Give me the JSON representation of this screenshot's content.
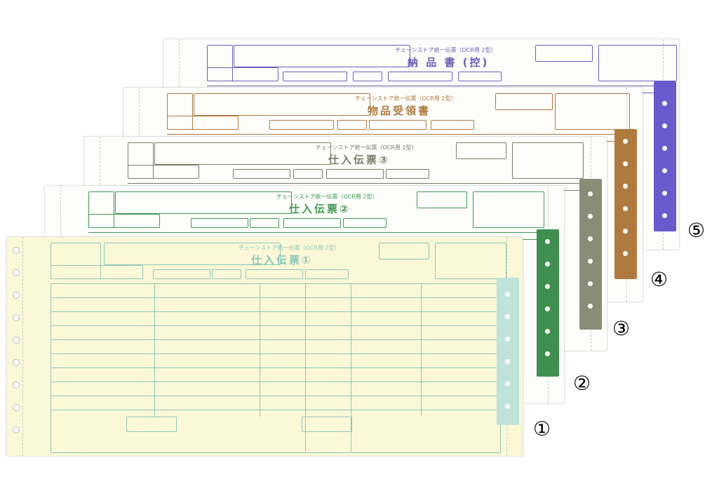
{
  "colors": {
    "sheet5": "#6e5fbf",
    "sheet4": "#b07a3f",
    "sheet3": "#7d7d6a",
    "sheet2": "#3f9a53",
    "sheet1": "#6fb9a8",
    "tab5": "#6a5acd",
    "tab4": "#b07a3f",
    "tab3": "#8a8c78",
    "tab2": "#3f8f50",
    "tab1": "#bfe3da"
  },
  "sheets": [
    {
      "id": "5",
      "header": "チェーンストア統一伝票（OCR用 2型）",
      "title": "納 品 書 (控)",
      "callout": "⑤"
    },
    {
      "id": "4",
      "header": "チェーンストア統一伝票（OCR用 2型）",
      "title": "物品受領書",
      "callout": "④"
    },
    {
      "id": "3",
      "header": "チェーンストア統一伝票（OCR用 2型）",
      "title": "仕入伝票③",
      "callout": "③"
    },
    {
      "id": "2",
      "header": "チェーンストア統一伝票（OCR用 2型）",
      "title": "仕入伝票②",
      "callout": "②"
    },
    {
      "id": "1",
      "header": "チェーンストア統一伝票（OCR用 2型）",
      "title": "仕入伝票①",
      "callout": "①"
    }
  ]
}
